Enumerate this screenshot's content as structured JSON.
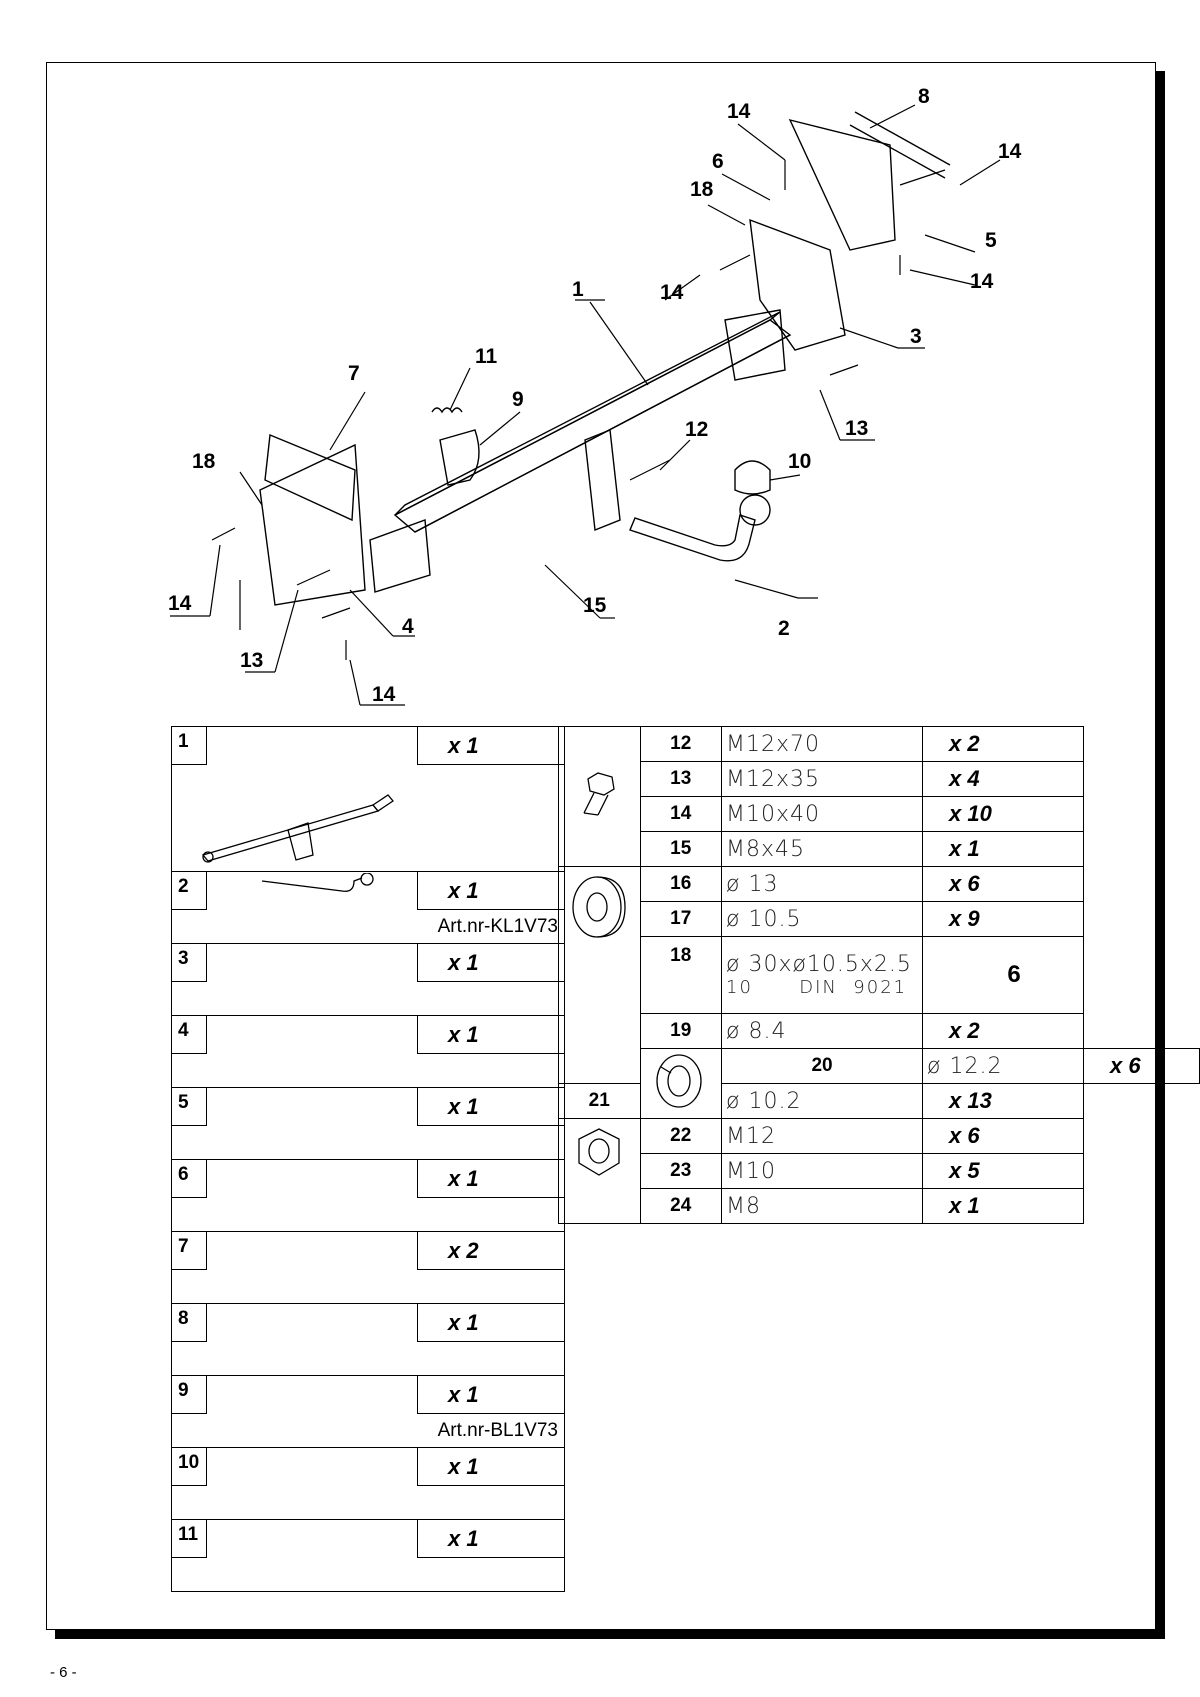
{
  "diagram": {
    "callouts": [
      "1",
      "2",
      "3",
      "4",
      "5",
      "6",
      "7",
      "8",
      "9",
      "10",
      "11",
      "12",
      "13",
      "14",
      "15",
      "18"
    ]
  },
  "parts_left": [
    {
      "no": "1",
      "qty": "x 1",
      "art": ""
    },
    {
      "no": "2",
      "qty": "x 1",
      "art": "Art.nr-KL1V73"
    },
    {
      "no": "3",
      "qty": "x 1",
      "art": ""
    },
    {
      "no": "4",
      "qty": "x 1",
      "art": ""
    },
    {
      "no": "5",
      "qty": "x 1",
      "art": ""
    },
    {
      "no": "6",
      "qty": "x 1",
      "art": ""
    },
    {
      "no": "7",
      "qty": "x 2",
      "art": ""
    },
    {
      "no": "8",
      "qty": "x 1",
      "art": ""
    },
    {
      "no": "9",
      "qty": "x 1",
      "art": "Art.nr-BL1V73"
    },
    {
      "no": "10",
      "qty": "x 1",
      "art": ""
    },
    {
      "no": "11",
      "qty": "x 1",
      "art": ""
    }
  ],
  "parts_right": [
    {
      "no": "12",
      "spec": "M12x70",
      "qty": "x 2"
    },
    {
      "no": "13",
      "spec": "M12x35",
      "qty": "x 4"
    },
    {
      "no": "14",
      "spec": "M10x40",
      "qty": "x 10"
    },
    {
      "no": "15",
      "spec": "M8x45",
      "qty": "x 1"
    },
    {
      "no": "16",
      "spec": "ø 13",
      "qty": "x 6"
    },
    {
      "no": "17",
      "spec": "ø 10.5",
      "qty": "x 9"
    },
    {
      "no": "18",
      "spec": "ø 30xø10.5x2.5",
      "spec2": "10      DIN  9021",
      "qty": "6"
    },
    {
      "no": "19",
      "spec": "ø 8.4",
      "qty": "x 2"
    },
    {
      "no": "20",
      "spec": "ø 12.2",
      "qty": "x 6"
    },
    {
      "no": "21",
      "spec": "ø 10.2",
      "qty": "x 13"
    },
    {
      "no": "22",
      "spec": "M12",
      "qty": "x 6"
    },
    {
      "no": "23",
      "spec": "M10",
      "qty": "x 5"
    },
    {
      "no": "24",
      "spec": "M8",
      "qty": "x 1"
    }
  ],
  "footer": {
    "page_number": "- 6 -"
  }
}
